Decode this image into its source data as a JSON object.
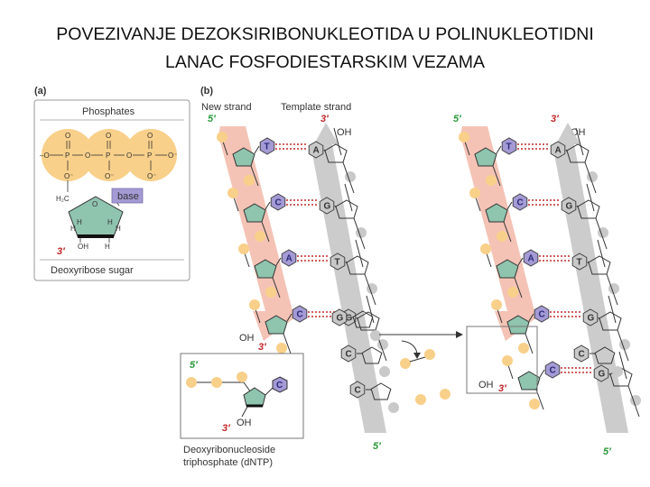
{
  "title_line1": "POVEZIVANJE DEZOKSIRIBONUKLEOTIDA U POLINUKLEOTIDNI",
  "title_line2": "LANAC FOSFODIESTARSKIM VEZAMA",
  "panel_a": {
    "label": "(a)",
    "phosphates": "Phosphates",
    "base": "base",
    "sugar": "Deoxyribose sugar",
    "three_prime": "3′",
    "oh": "OH",
    "h": "H",
    "h2c": "H₂C",
    "p": "P",
    "o": "O",
    "o_minus": "O⁻",
    "dash_o": "–O"
  },
  "panel_b": {
    "label": "(b)",
    "new_strand": "New strand",
    "template_strand": "Template strand",
    "five_prime": "5′",
    "three_prime": "3′",
    "oh": "OH",
    "dntp_line1": "Deoxyribonucleoside",
    "dntp_line2": "triphosphate (dNTP)"
  },
  "colors": {
    "phosphate": "#f8d08a",
    "sugar": "#8fc4ae",
    "purple_base": "#a49ad4",
    "gray_base": "#c9c9c9",
    "new_strand_arrow": "#f2b9a8",
    "template_arrow": "#c7c7c7",
    "bond": "#c0282a",
    "prime_green": "#2a9a3a",
    "prime_red": "#c0282a"
  }
}
